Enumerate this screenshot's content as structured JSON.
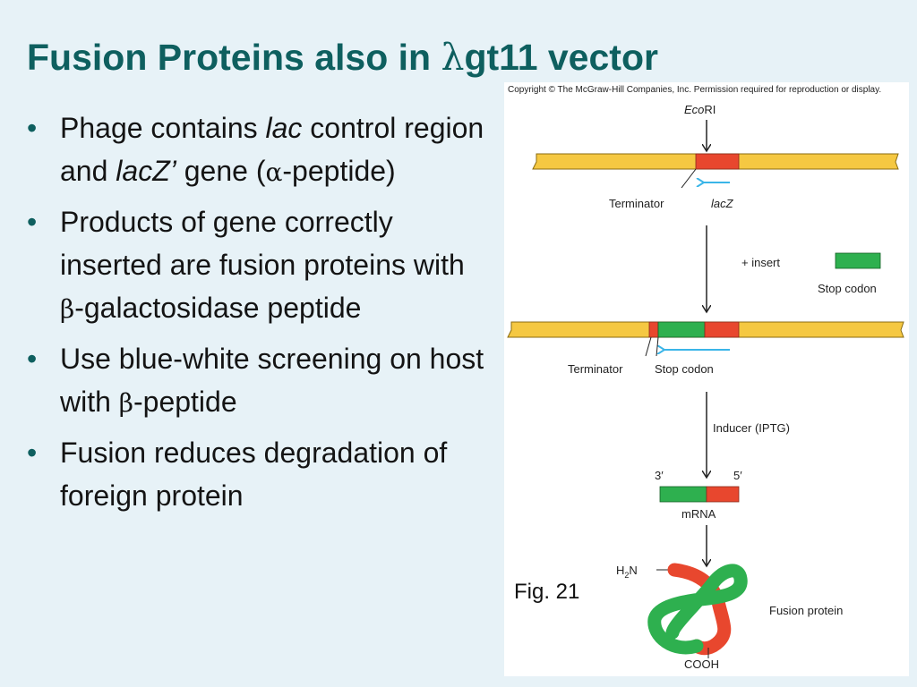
{
  "slide": {
    "title_pre": "Fusion Proteins also in ",
    "title_lambda": "λ",
    "title_post": "gt11  vector",
    "bullets": {
      "b1": {
        "p1": "Phage contains ",
        "i1": "lac",
        "p2": " control region and ",
        "i2": "lacZ’",
        "p3": " gene (",
        "g1": "α",
        "p4": "-peptide)"
      },
      "b2": {
        "p1": "Products of gene correctly inserted are fusion proteins with ",
        "g1": "β",
        "p2": "-galactosidase peptide"
      },
      "b3": {
        "p1": "Use blue-white screening on host with ",
        "g1": "β",
        "p2": "-peptide"
      },
      "b4": {
        "p1": "Fusion reduces degradation of foreign protein"
      }
    },
    "fig_label": "Fig. 21"
  },
  "figure": {
    "copyright": "Copyright © The McGraw-Hill Companies, Inc. Permission required for reproduction or display.",
    "ecori_eco": "Eco",
    "ecori_ri": "RI",
    "terminator1": "Terminator",
    "lacz": "lacZ",
    "plus_insert": "+  insert",
    "stop_codon_insert": "Stop codon",
    "terminator2": "Terminator",
    "stop_codon2": "Stop codon",
    "inducer": "Inducer (IPTG)",
    "three_prime": "3′",
    "five_prime": "5′",
    "mrna": "mRNA",
    "h2n_h": "H",
    "h2n_sub": "2",
    "h2n_n": "N",
    "fusion_protein": "Fusion protein",
    "cooh": "COOH"
  },
  "colors": {
    "vector_dna": "#f5c842",
    "lacz_segment": "#e8472e",
    "insert_segment": "#2eb04f",
    "arrow_blue": "#3ab5e8",
    "title": "#0e5f5f",
    "slide_background": "#e7f2f7"
  }
}
